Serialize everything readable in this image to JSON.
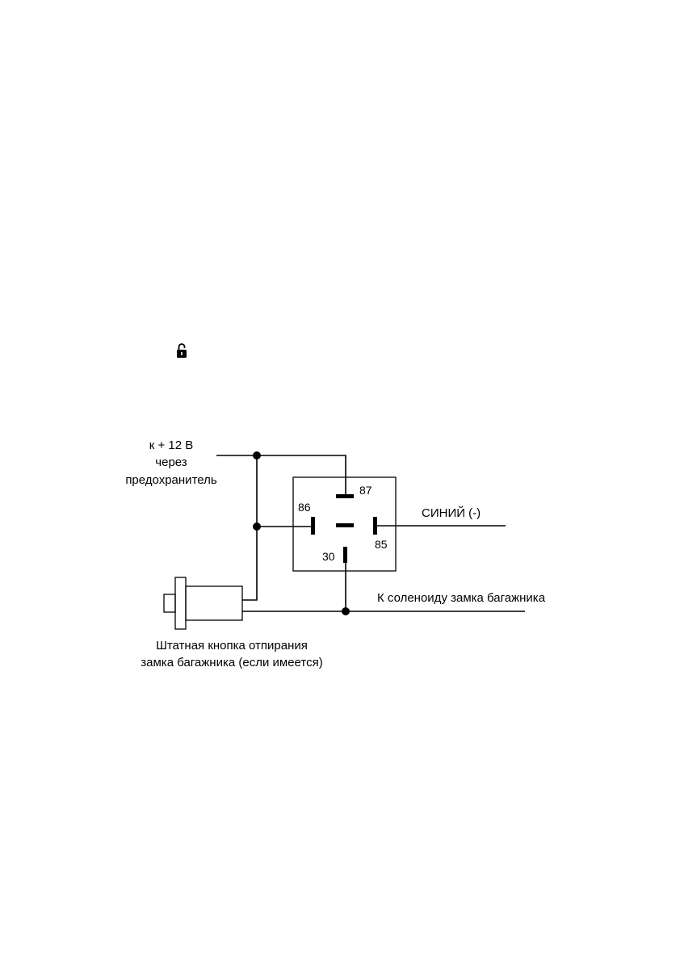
{
  "icons": {
    "top_icon": "lock-open-icon"
  },
  "labels": {
    "power_line1": "к + 12 В",
    "power_line2": "через",
    "power_line3": "предохранитель",
    "blue_wire": "СИНИЙ (-)",
    "solenoid": "К соленоиду замка багажника",
    "button_line1": "Штатная кнопка отпирания",
    "button_line2": "замка багажника (если имеется)"
  },
  "relay_pins": {
    "pin_87": "87",
    "pin_86": "86",
    "pin_85": "85",
    "pin_30": "30"
  }
}
